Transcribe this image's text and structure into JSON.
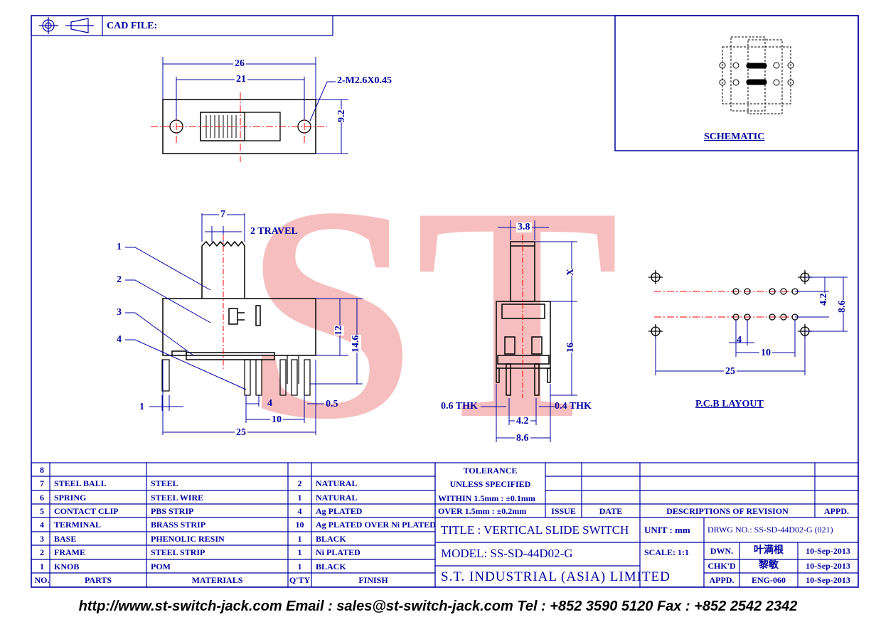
{
  "header": {
    "cad_label": "CAD FILE:"
  },
  "schematic": {
    "label": "SCHEMATIC"
  },
  "pcb": {
    "label": "P.C.B LAYOUT"
  },
  "watermark": {
    "text": "ST"
  },
  "top_view": {
    "dim_26": "26",
    "dim_21": "21",
    "dim_hole": "2-M2.6X0.45",
    "dim_92": "9.2"
  },
  "front_view": {
    "dim_7": "7",
    "travel": "2 TRAVEL",
    "dim_12": "12",
    "dim_146": "14.6",
    "dim_1": "1",
    "dim_4": "4",
    "dim_05": "0.5",
    "dim_10": "10",
    "dim_25": "25",
    "callouts": [
      "1",
      "2",
      "3",
      "4"
    ]
  },
  "side_view": {
    "dim_38": "3.8",
    "dim_x": "X",
    "dim_16": "16",
    "thk_06": "0.6 THK",
    "thk_04": "0.4 THK",
    "dim_42": "4.2",
    "dim_86": "8.6"
  },
  "pcb_layout": {
    "dim_42": "4.2",
    "dim_86": "8.6",
    "dim_4": "4",
    "dim_10": "10",
    "dim_25": "25"
  },
  "bom": {
    "rows": [
      {
        "no": "8",
        "part": "",
        "material": "",
        "qty": "",
        "finish": ""
      },
      {
        "no": "7",
        "part": "STEEL BALL",
        "material": "STEEL",
        "qty": "2",
        "finish": "NATURAL"
      },
      {
        "no": "6",
        "part": "SPRING",
        "material": "STEEL WIRE",
        "qty": "1",
        "finish": "NATURAL"
      },
      {
        "no": "5",
        "part": "CONTACT CLIP",
        "material": "PBS STRIP",
        "qty": "4",
        "finish": "Ag PLATED"
      },
      {
        "no": "4",
        "part": "TERMINAL",
        "material": "BRASS STRIP",
        "qty": "10",
        "finish": "Ag PLATED OVER Ni PLATED"
      },
      {
        "no": "3",
        "part": "BASE",
        "material": "PHENOLIC RESIN",
        "qty": "1",
        "finish": "BLACK"
      },
      {
        "no": "2",
        "part": "FRAME",
        "material": "STEEL STRIP",
        "qty": "1",
        "finish": "Ni PLATED"
      },
      {
        "no": "1",
        "part": "KNOB",
        "material": "POM",
        "qty": "1",
        "finish": "BLACK"
      }
    ],
    "headers": {
      "no": "NO.",
      "part": "PARTS",
      "material": "MATERIALS",
      "qty": "Q'TY",
      "finish": "FINISH"
    }
  },
  "titleblock": {
    "tolerance": "TOLERANCE",
    "unless": "UNLESS  SPECIFIED",
    "within": "WITHIN 1.5mm : ±0.1mm",
    "over": "OVER 1.5mm : ±0.2mm",
    "issue": "ISSUE",
    "date": "DATE",
    "desc_rev": "DESCRIPTIONS OF REVISION",
    "appd_head": "APPD.",
    "title": "TITLE :  VERTICAL SLIDE SWITCH",
    "unit": "UNIT :  mm",
    "drwg": "DRWG NO.: SS-SD-44D02-G (021)",
    "model": "MODEL:  SS-SD-44D02-G",
    "scale": "SCALE:  1:1",
    "company": "S.T.  INDUSTRIAL  (ASIA)  LIMITED",
    "dwn": "DWN.",
    "dwn_name": "叶满根",
    "dwn_date": "10-Sep-2013",
    "chkd": "CHK'D",
    "chkd_name": "黎敏",
    "chkd_date": "10-Sep-2013",
    "appd": "APPD.",
    "appd_name": "ENG-060",
    "appd_date": "10-Sep-2013"
  },
  "footer": {
    "text": "http://www.st-switch-jack.com  Email : sales@st-switch-jack.com  Tel : +852 3590 5120  Fax : +852 2542 2342"
  },
  "colors": {
    "line": "#0000a0",
    "center": "#ff0000",
    "watermark": "#f4a7a7"
  }
}
